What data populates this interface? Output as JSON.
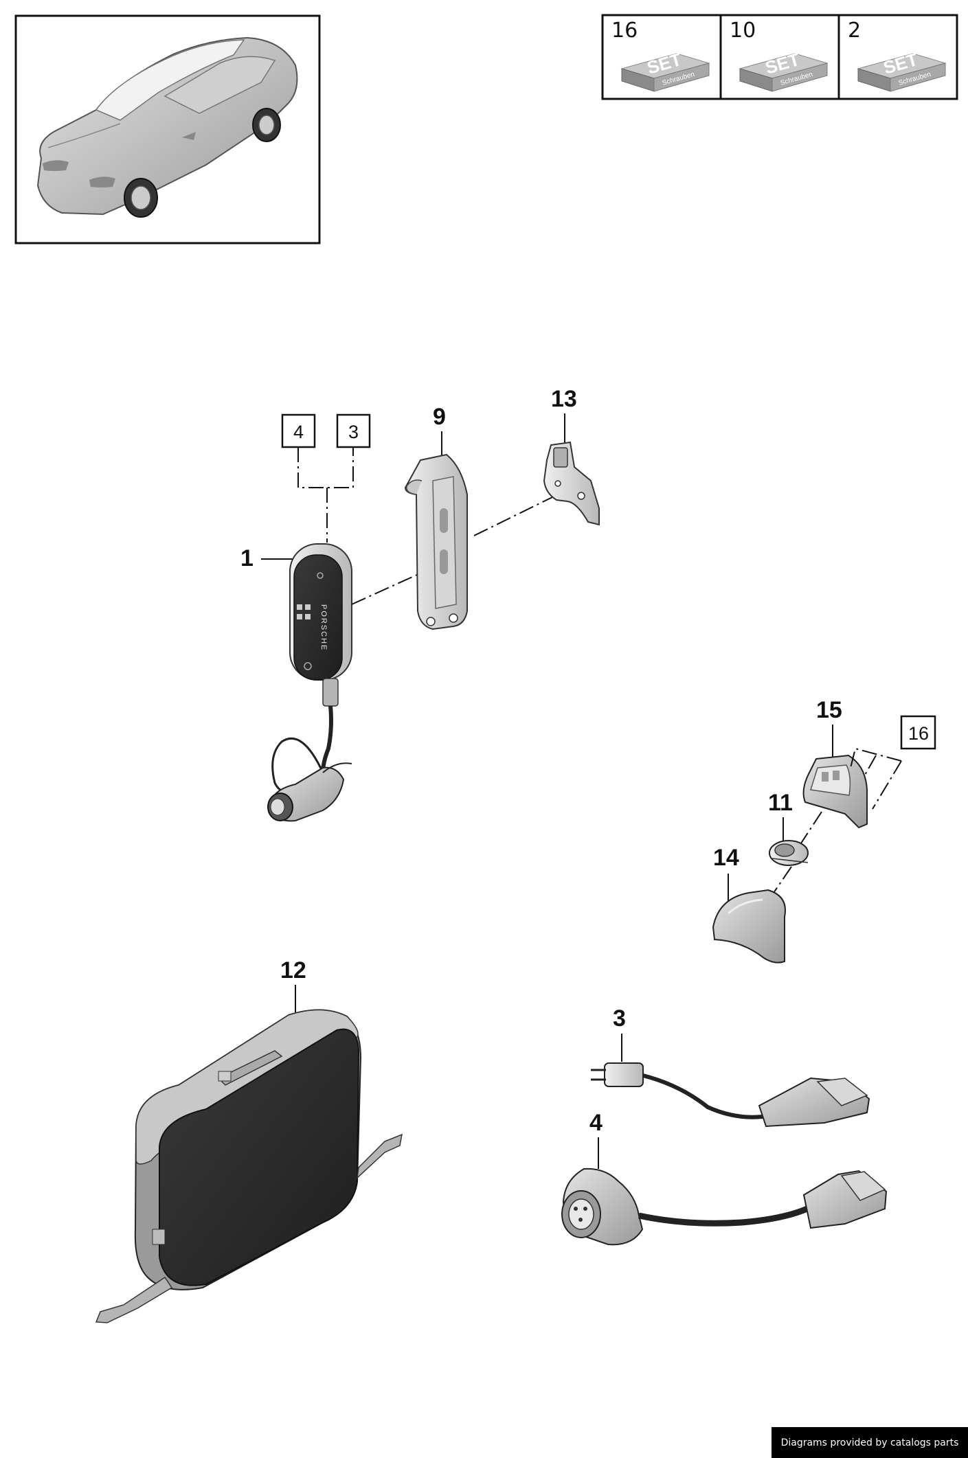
{
  "overview_box": {
    "icon": "car-icon"
  },
  "set_table": [
    {
      "qty": "16",
      "label": "SET",
      "sublabel": "Schrauben"
    },
    {
      "qty": "10",
      "label": "SET",
      "sublabel": "Schrauben"
    },
    {
      "qty": "2",
      "label": "SET",
      "sublabel": "Schrauben"
    }
  ],
  "callouts": {
    "c1": "1",
    "c9": "9",
    "c13": "13",
    "c15": "15",
    "c11": "11",
    "c14": "14",
    "c12": "12",
    "c3": "3",
    "c4": "4"
  },
  "ref_boxes": {
    "left": "4",
    "right": "3",
    "side": "16"
  },
  "device_brand": "PORSCHE",
  "footer": {
    "text": "Diagrams provided by catalogs parts"
  }
}
